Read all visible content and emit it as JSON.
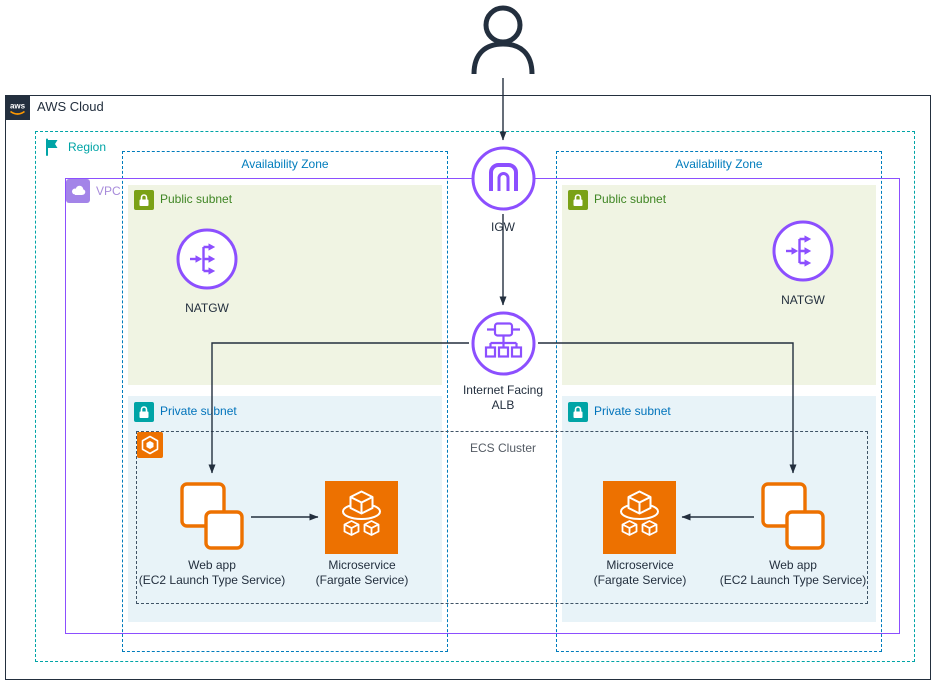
{
  "containers": {
    "aws_cloud": {
      "label": "AWS Cloud",
      "logo_text": "aws"
    },
    "region": {
      "label": "Region"
    },
    "vpc": {
      "label": "VPC"
    },
    "az_left": {
      "label": "Availability Zone"
    },
    "az_right": {
      "label": "Availability Zone"
    },
    "public_subnet_left": {
      "label": "Public subnet"
    },
    "public_subnet_right": {
      "label": "Public subnet"
    },
    "private_subnet_left": {
      "label": "Private subnet"
    },
    "private_subnet_right": {
      "label": "Private subnet"
    },
    "ecs_cluster": {
      "label": "ECS Cluster"
    }
  },
  "nodes": {
    "igw": {
      "label": "IGW"
    },
    "alb": {
      "label": "Internet Facing ALB"
    },
    "natgw_left": {
      "label": "NATGW"
    },
    "natgw_right": {
      "label": "NATGW"
    },
    "webapp_left": {
      "title": "Web app",
      "subtitle": "(EC2 Launch Type Service)"
    },
    "webapp_right": {
      "title": "Web app",
      "subtitle": "(EC2 Launch Type Service)"
    },
    "microservice_left": {
      "title": "Microservice",
      "subtitle": "(Fargate Service)"
    },
    "microservice_right": {
      "title": "Microservice",
      "subtitle": "(Fargate Service)"
    }
  },
  "colors": {
    "aws_dark": "#232F3E",
    "region_teal": "#00A4A6",
    "az_blue": "#007CBC",
    "vpc_purple": "#8C4FFF",
    "public_green": "#7AA116",
    "public_text_green": "#3F8624",
    "public_subnet_bg": "#F0F4E3",
    "private_teal": "#00A4A6",
    "private_text_blue": "#0073BB",
    "private_subnet_bg": "#E8F3F8",
    "service_orange": "#ED7100",
    "ecs_label_gray": "#545B64",
    "arrow_dark": "#232F3E",
    "aws_smile_orange": "#FF9900"
  }
}
